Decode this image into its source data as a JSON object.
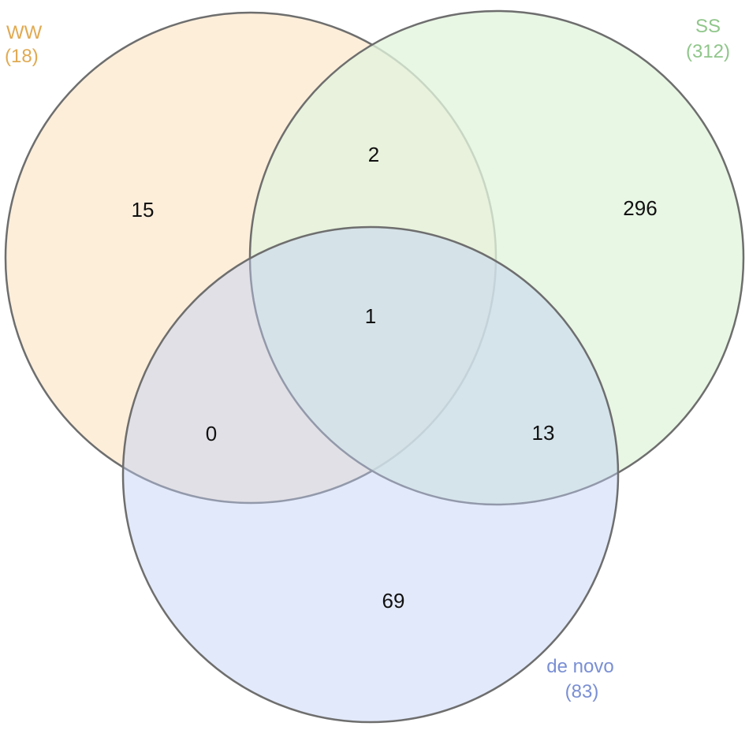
{
  "venn": {
    "sets": [
      {
        "key": "ww",
        "name": "WW",
        "total": "(18)",
        "fill": "#fde9cf",
        "label_color": "#e0aa52",
        "stroke": "#6e6e6e"
      },
      {
        "key": "ss",
        "name": "SS",
        "total": "(312)",
        "fill": "#e2f4dc",
        "label_color": "#8fc68a",
        "stroke": "#6e6e6e"
      },
      {
        "key": "denovo",
        "name": "de novo",
        "total": "(83)",
        "fill": "#bfcff5",
        "label_color": "#7a8fd4",
        "stroke": "#6e6e6e"
      }
    ],
    "regions": {
      "ww_only": "15",
      "ww_ss": "2",
      "ss_only": "296",
      "ww_ss_denovo": "1",
      "ww_denovo": "0",
      "ss_denovo": "13",
      "denovo_only": "69"
    }
  }
}
